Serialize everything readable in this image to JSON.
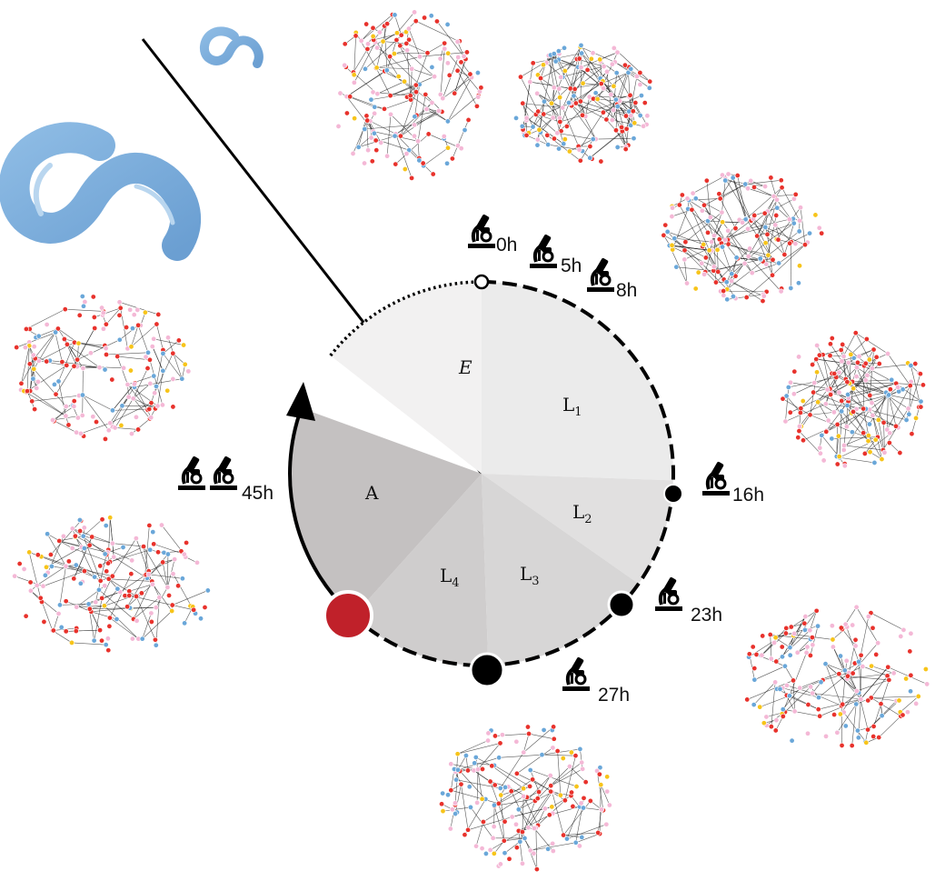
{
  "diagram": {
    "stages": [
      {
        "id": "E",
        "label": "E",
        "sub": "",
        "italic": true,
        "color": "#f2f1f1"
      },
      {
        "id": "L1",
        "label": "L",
        "sub": "1",
        "italic": false,
        "color": "#ebebeb"
      },
      {
        "id": "L2",
        "label": "L",
        "sub": "2",
        "italic": false,
        "color": "#e1e0e0"
      },
      {
        "id": "L3",
        "label": "L",
        "sub": "3",
        "italic": false,
        "color": "#d7d6d6"
      },
      {
        "id": "L4",
        "label": "L",
        "sub": "4",
        "italic": false,
        "color": "#cfcdcd"
      },
      {
        "id": "A",
        "label": "A",
        "sub": "",
        "italic": false,
        "color": "#c4c1c1"
      }
    ],
    "timepoints": [
      {
        "label": "0h",
        "icons": 1
      },
      {
        "label": "5h",
        "icons": 1
      },
      {
        "label": "8h",
        "icons": 1
      },
      {
        "label": "16h",
        "icons": 1
      },
      {
        "label": "23h",
        "icons": 1
      },
      {
        "label": "27h",
        "icons": 1
      },
      {
        "label": "45h",
        "icons": 2
      }
    ],
    "colors": {
      "node_colors": [
        "#e8322c",
        "#f4b8d6",
        "#6aa7d9",
        "#f7c41a"
      ],
      "worm": "#7aaedc",
      "highlight": "#c0212a",
      "ring": "#000000"
    },
    "icons": [
      "microscope-icon",
      "worm-icon"
    ]
  }
}
